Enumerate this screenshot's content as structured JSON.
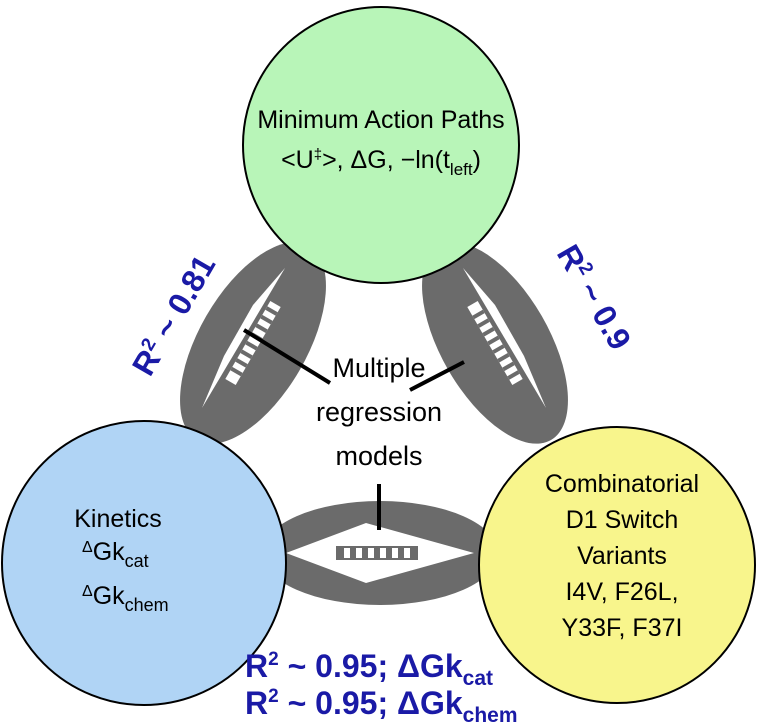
{
  "colors": {
    "top_circle": "#b8f5b8",
    "left_circle": "#b0d4f5",
    "right_circle": "#f8f58c",
    "connector": "#6b6b6b",
    "accent_text": "#1a1aa6"
  },
  "nodes": {
    "top": {
      "line1": "Minimum Action Paths",
      "line2_prefix": "<U",
      "line2_dagger": "‡",
      "line2_mid": ">, ΔG, −ln(t",
      "line2_sub": "left",
      "line2_end": ")"
    },
    "left": {
      "title": "Kinetics",
      "item1_delta": "Δ",
      "item1_main": "Gk",
      "item1_sub": "cat",
      "item2_delta": "Δ",
      "item2_main": "Gk",
      "item2_sub": "chem"
    },
    "right": {
      "lines": [
        "Combinatorial",
        "D1 Switch",
        "Variants",
        "I4V, F26L,",
        "Y33F, F37I"
      ]
    }
  },
  "center": {
    "lines": [
      "Multiple",
      "regression",
      "models"
    ]
  },
  "correlations": {
    "left_edge": {
      "r2_symbol": "R",
      "exp": "2",
      "rest": " ~ 0.81"
    },
    "right_edge": {
      "r2_symbol": "R",
      "exp": "2",
      "rest": " ~ 0.9"
    },
    "bottom_edge": [
      {
        "r2_symbol": "R",
        "exp": "2",
        "rest": " ~ 0.95; ΔGk",
        "sub": "cat"
      },
      {
        "r2_symbol": "R",
        "exp": "2",
        "rest": " ~ 0.95; ΔGk",
        "sub": "chem"
      }
    ]
  }
}
